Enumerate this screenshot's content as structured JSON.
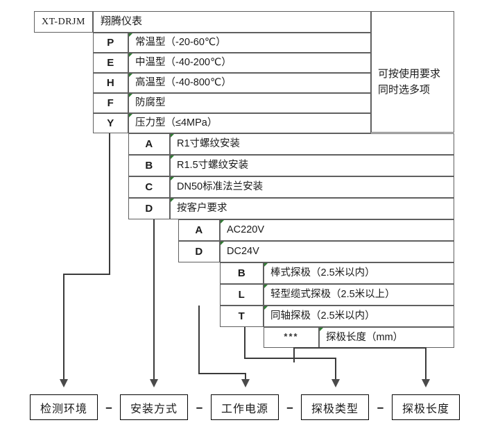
{
  "diagram": {
    "title_model": "XT-DRJM",
    "brand": "翔腾仪表",
    "note": "可按使用要求同时选多项",
    "note_line1": "可按使用要求",
    "note_line2": "同时选多项"
  },
  "groups": {
    "environment": {
      "name": "检测环境",
      "rows": [
        {
          "code": "P",
          "desc": "常温型（-20-60℃）"
        },
        {
          "code": "E",
          "desc": "中温型（-40-200℃）"
        },
        {
          "code": "H",
          "desc": "高温型（-40-800℃）"
        },
        {
          "code": "F",
          "desc": "防腐型"
        },
        {
          "code": "Y",
          "desc": "压力型（≤4MPa）"
        }
      ]
    },
    "mounting": {
      "name": "安装方式",
      "rows": [
        {
          "code": "A",
          "desc": "R1寸螺纹安装"
        },
        {
          "code": "B",
          "desc": "R1.5寸螺纹安装"
        },
        {
          "code": "C",
          "desc": "DN50标准法兰安装"
        },
        {
          "code": "D",
          "desc": "按客户要求"
        }
      ]
    },
    "power": {
      "name": "工作电源",
      "rows": [
        {
          "code": "A",
          "desc": "AC220V"
        },
        {
          "code": "D",
          "desc": "DC24V"
        }
      ]
    },
    "probe_type": {
      "name": "探极类型",
      "rows": [
        {
          "code": "B",
          "desc": "棒式探极（2.5米以内）"
        },
        {
          "code": "L",
          "desc": "轻型缆式探极（2.5米以上）"
        },
        {
          "code": "T",
          "desc": "同轴探极（2.5米以内）"
        }
      ]
    },
    "probe_length": {
      "name": "探极长度",
      "rows": [
        {
          "code": "***",
          "desc": "探极长度（mm）"
        }
      ]
    }
  },
  "legend": {
    "boxes": [
      {
        "label": "检测环境"
      },
      {
        "label": "安装方式"
      },
      {
        "label": "工作电源"
      },
      {
        "label": "探极类型"
      },
      {
        "label": "探极长度"
      }
    ],
    "separator": "－"
  },
  "colors": {
    "table_border": "#5f5f5f",
    "box_border": "#000000",
    "connector": "#3a3a3a",
    "tick_accent": "#2f7d32",
    "background": "#ffffff"
  }
}
